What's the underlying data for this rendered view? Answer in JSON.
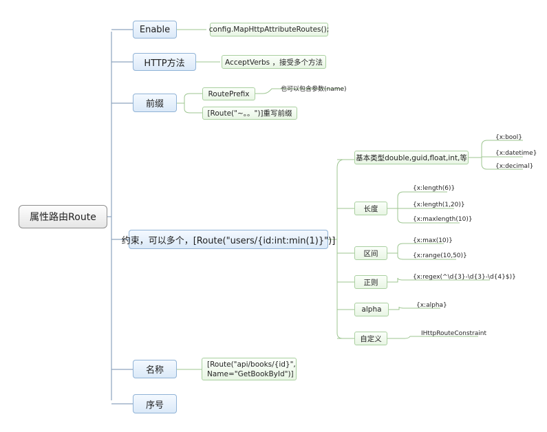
{
  "root": {
    "label": "属性路由Route"
  },
  "branches": {
    "enable": {
      "label": "Enable",
      "detail": "config.MapHttpAttributeRoutes();"
    },
    "http": {
      "label": "HTTP方法",
      "detail": "AcceptVerbs ，接受多个方法"
    },
    "prefix": {
      "label": "前缀",
      "route_prefix": "RoutePrefix",
      "note": "也可以包含参数(name)",
      "override": "[Route(\"~。。\")]重写前缀"
    },
    "constraint": {
      "label": "约束，可以多个，[Route(\"users/{id:int:min(1)}\")]",
      "basic": {
        "label": "基本类型double,guid,float,int,等",
        "items": [
          "{x:bool}",
          "{x:datetime}",
          "{x:decimal}"
        ]
      },
      "length": {
        "label": "长度",
        "items": [
          "{x:length(6)}",
          "{x:length(1,20)}",
          "{x:maxlength(10)}"
        ]
      },
      "range": {
        "label": "区间",
        "items": [
          "{x:max(10)}",
          "{x:range(10,50)}"
        ]
      },
      "regex": {
        "label": "正则",
        "item": "{x:regex(^\\d{3}-\\d{3}-\\d{4}$)}"
      },
      "alpha": {
        "label": "alpha",
        "item": "{x:alpha}"
      },
      "custom": {
        "label": "自定义",
        "item": "IHttpRouteConstraint"
      }
    },
    "name": {
      "label": "名称",
      "line1": "[Route(\"api/books/{id}\",",
      "line2": "Name=\"GetBookById\")]"
    },
    "order": {
      "label": "序号"
    }
  }
}
